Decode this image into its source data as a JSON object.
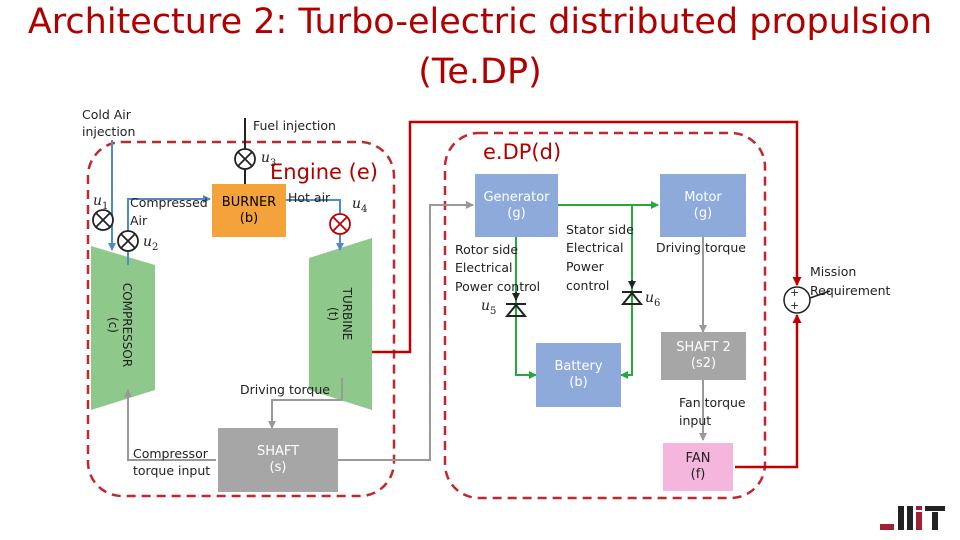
{
  "title": {
    "line1": "Architecture 2: Turbo-electric distributed propulsion",
    "line2": "(Te.DP)"
  },
  "engine": {
    "label": "Engine (e)",
    "cold_air": [
      "Cold Air",
      "injection"
    ],
    "fuel_injection": "Fuel injection",
    "compressed_air": [
      "Compressed",
      "Air"
    ],
    "hot_air": "Hot air",
    "burner": [
      "BURNER",
      "(b)"
    ],
    "compressor": [
      "COMPRESSOR",
      "(c)"
    ],
    "turbine": [
      "TURBINE",
      "(t)"
    ],
    "driving_torque": "Driving torque",
    "compressor_torque": [
      "Compressor",
      "torque input"
    ],
    "shaft": [
      "SHAFT",
      "(s)"
    ],
    "u1": "1",
    "u2": "2",
    "u3": "3",
    "u4": "4"
  },
  "edp": {
    "label": "e.DP(d)",
    "generator": [
      "Generator",
      "(g)"
    ],
    "motor": [
      "Motor",
      "(g)"
    ],
    "stator": [
      "Stator side",
      "Electrical",
      "Power",
      "control"
    ],
    "rotor": [
      "Rotor side",
      "Electrical",
      "Power control"
    ],
    "driving_torque": "Driving torque",
    "battery": [
      "Battery",
      "(b)"
    ],
    "shaft2": [
      "SHAFT 2",
      "(s2)"
    ],
    "fan_torque": [
      "Fan torque",
      "input"
    ],
    "fan": [
      "FAN",
      "(f)"
    ],
    "u5": "5",
    "u6": "6"
  },
  "mission": {
    "label": [
      "Mission",
      "Requirement"
    ],
    "sign_top": "+",
    "sign_bottom": "+"
  },
  "colors": {
    "title": "#b00000",
    "dashed_border": "#c0282d",
    "burner": "#f4a33a",
    "blue_box": "#8eaadb",
    "green_box": "#8ec98b",
    "gray_box": "#a6a6a6",
    "fan_box": "#f4b6dc",
    "air_line": "#4f8ac9",
    "power_line": "#22aa3c",
    "red_line": "#c00000"
  }
}
